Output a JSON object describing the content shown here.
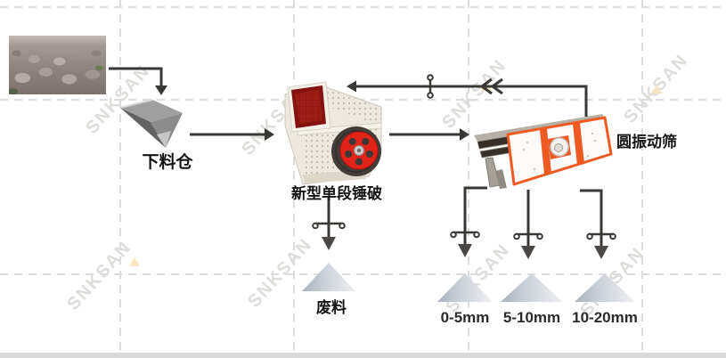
{
  "diagram": {
    "watermark_text": "SNKSAN",
    "labels": {
      "hopper": "下料仓",
      "crusher": "新型单段锤破",
      "screen": "圆振动筛",
      "waste": "废料"
    },
    "products": [
      {
        "label": "0-5mm"
      },
      {
        "label": "5-10mm"
      },
      {
        "label": "10-20mm"
      }
    ],
    "colors": {
      "flow_line": "#3a3835",
      "grid": "#dcdcdc",
      "inlet_red": "#8e1511",
      "flywheel_red": "#e2231a",
      "screen_orange": "#ee5a22",
      "pile_dark": "#aab2bd",
      "pile_light": "#eef0f3",
      "watermark": "#dfddda",
      "label_text": "#141414"
    }
  }
}
